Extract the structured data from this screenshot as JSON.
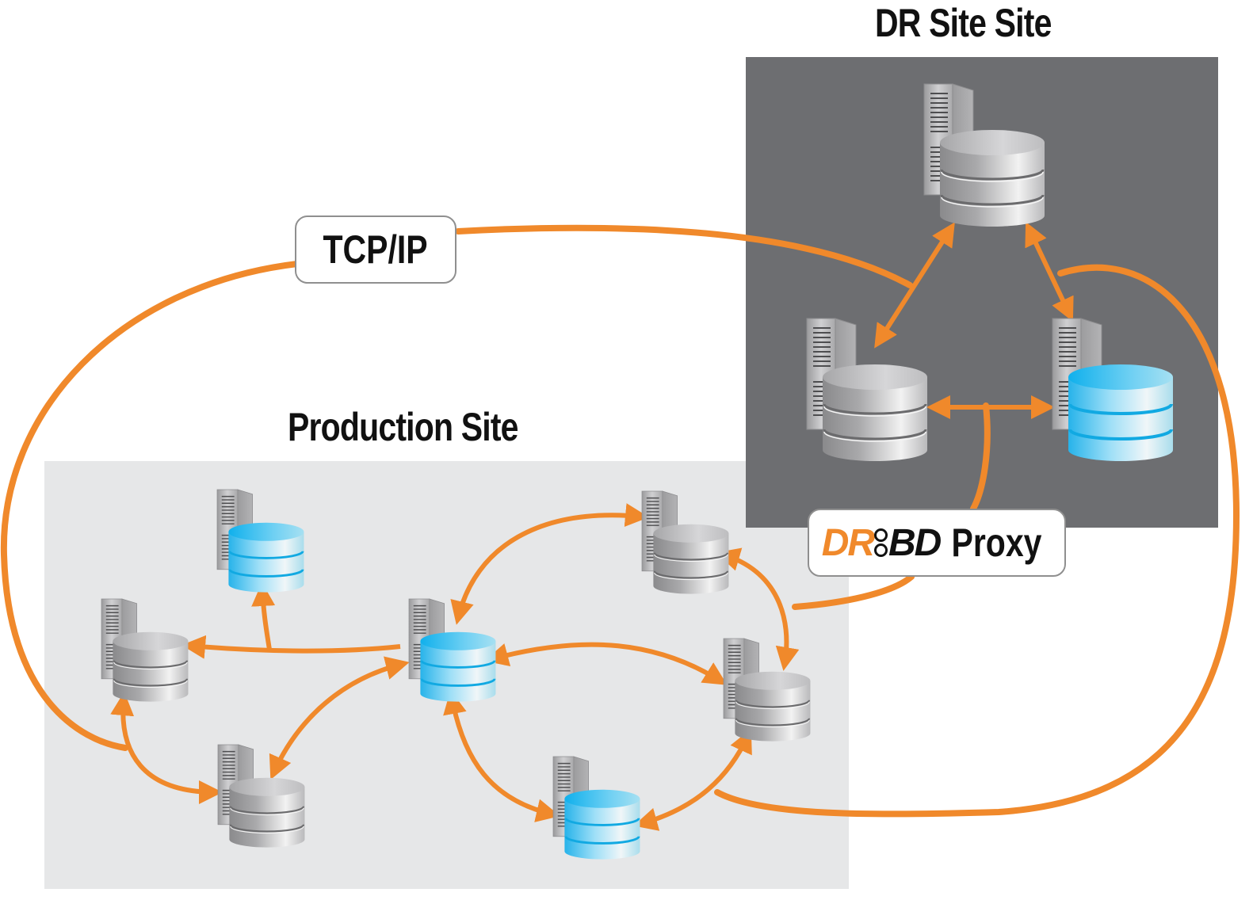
{
  "diagram": {
    "title_dr_site": "DR Site Site",
    "title_production_site": "Production Site",
    "label_tcpip": "TCP/IP",
    "label_proxy": {
      "logo_left": "DR",
      "logo_right": "BD",
      "text": "Proxy"
    },
    "colors": {
      "link_orange": "#f0892b",
      "dr_site_bg": "#6d6e71",
      "production_site_bg": "#e6e7e8",
      "db_gray": "#b5b5b5",
      "db_blue": "#29b6e8",
      "label_border": "#8f8f8f"
    },
    "nodes": [
      {
        "id": "dr-top",
        "site": "DR",
        "type": "gray"
      },
      {
        "id": "dr-left",
        "site": "DR",
        "type": "gray"
      },
      {
        "id": "dr-right",
        "site": "DR",
        "type": "blue"
      },
      {
        "id": "prod-top-left",
        "site": "Production",
        "type": "blue"
      },
      {
        "id": "prod-left",
        "site": "Production",
        "type": "gray"
      },
      {
        "id": "prod-bottom-left",
        "site": "Production",
        "type": "gray"
      },
      {
        "id": "prod-center",
        "site": "Production",
        "type": "blue"
      },
      {
        "id": "prod-top-right",
        "site": "Production",
        "type": "gray"
      },
      {
        "id": "prod-right",
        "site": "Production",
        "type": "gray"
      },
      {
        "id": "prod-bottom",
        "site": "Production",
        "type": "blue"
      }
    ],
    "links": [
      {
        "from": "dr-top",
        "to": "dr-left",
        "direction": "bidirectional"
      },
      {
        "from": "dr-top",
        "to": "dr-right",
        "direction": "bidirectional"
      },
      {
        "from": "dr-left",
        "to": "dr-right",
        "direction": "bidirectional"
      },
      {
        "from": "prod-center",
        "to": "prod-left",
        "direction": "to"
      },
      {
        "from": "prod-center",
        "to": "prod-top-left",
        "direction": "to"
      },
      {
        "from": "prod-center",
        "to": "prod-top-right",
        "direction": "bidirectional"
      },
      {
        "from": "prod-center",
        "to": "prod-right",
        "direction": "bidirectional"
      },
      {
        "from": "prod-center",
        "to": "prod-bottom",
        "direction": "bidirectional"
      },
      {
        "from": "prod-center",
        "to": "prod-bottom-left",
        "direction": "bidirectional"
      },
      {
        "from": "prod-left",
        "to": "prod-bottom-left",
        "direction": "bidirectional"
      },
      {
        "from": "prod-top-right",
        "to": "prod-right",
        "direction": "bidirectional"
      },
      {
        "from": "prod-bottom",
        "to": "prod-right",
        "direction": "bidirectional"
      },
      {
        "from": "prod-bottom-left",
        "to": "dr-left",
        "direction": "network",
        "via": "TCP/IP"
      },
      {
        "from": "prod-right",
        "to": "dr-right",
        "direction": "network",
        "via": "DRBD Proxy"
      }
    ]
  }
}
